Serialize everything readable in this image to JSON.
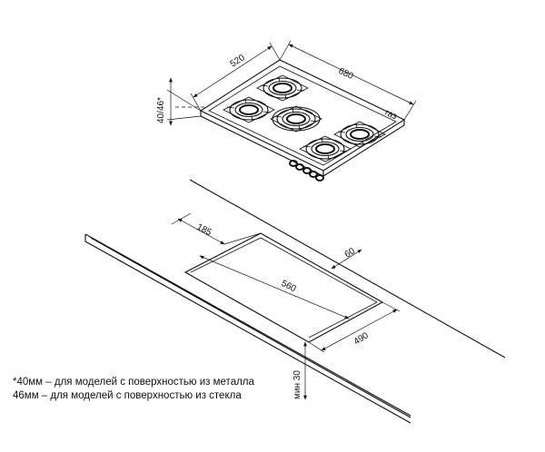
{
  "hob": {
    "depth": "520",
    "width": "680",
    "height": "40/46*",
    "gas": "газ"
  },
  "cutout": {
    "offset": "185",
    "edge": "60",
    "width": "560",
    "depth": "490",
    "min_thickness": "мин 30"
  },
  "notes": [
    "*40мм – для моделей с поверхностью из металла",
    "46мм – для моделей с поверхностью из стекла"
  ]
}
